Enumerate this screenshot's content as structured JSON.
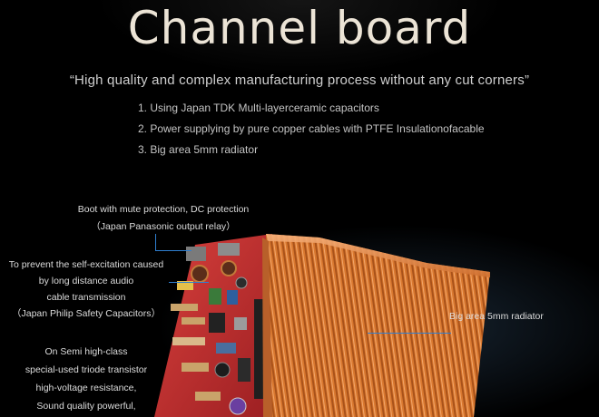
{
  "header": {
    "title": "Channel board",
    "quote": "“High quality and complex manufacturing process without any cut corners”"
  },
  "points": [
    "1. Using Japan TDK Multi-layerceramic capacitors",
    "2. Power supplying by pure copper cables with PTFE Insulationofacable",
    "3. Big area 5mm radiator"
  ],
  "annotations": {
    "boot": [
      "Boot with mute protection, DC protection",
      "（Japan Panasonic output relay）"
    ],
    "self_excitation": [
      "To prevent the self-excitation caused",
      "by long distance audio",
      "cable transmission",
      "（Japan Philip Safety Capacitors）"
    ],
    "semi": [
      "On Semi high-class",
      "special-used triode transistor",
      "high-voltage resistance,",
      "Sound quality powerful,"
    ],
    "radiator": "Big area 5mm radiator"
  },
  "colors": {
    "leader": "#2f7fd0",
    "heatsink": "#d9782f",
    "pcb": "#c8302f"
  }
}
